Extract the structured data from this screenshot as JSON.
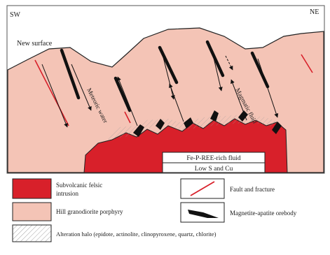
{
  "diagram": {
    "direction_left": "SW",
    "direction_right": "NE",
    "surface_label": "New surface",
    "fluid_left_label": "Meteoric water",
    "fluid_right_label": "Magmatic fluid",
    "box_label_1": "Fe-P-REE-rich fluid",
    "box_label_2": "Low S and Cu"
  },
  "legend": {
    "items": [
      {
        "key": "subvolcanic",
        "label_1": "Subvolcanic felsic",
        "label_2": "intrusion",
        "color": "#d8202a"
      },
      {
        "key": "fault",
        "label_1": "Fault and fracture",
        "label_2": "",
        "color": "#d8202a"
      },
      {
        "key": "granodiorite",
        "label_1": "Hill granodiorite porphyry",
        "label_2": "",
        "color": "#f4c4b6"
      },
      {
        "key": "orebody",
        "label_1": "Magnetite-apatite orebody",
        "label_2": "",
        "color": "#111111"
      },
      {
        "key": "alteration",
        "label_1": "Alteration halo (epidote, actinolite, clinopyroxene, quartz, chlorite)",
        "label_2": "",
        "color": "#ffffff"
      }
    ]
  },
  "colors": {
    "host_rock": "#f4c4b6",
    "intrusion": "#d8202a",
    "outline": "#222222",
    "fault": "#d8202a"
  }
}
